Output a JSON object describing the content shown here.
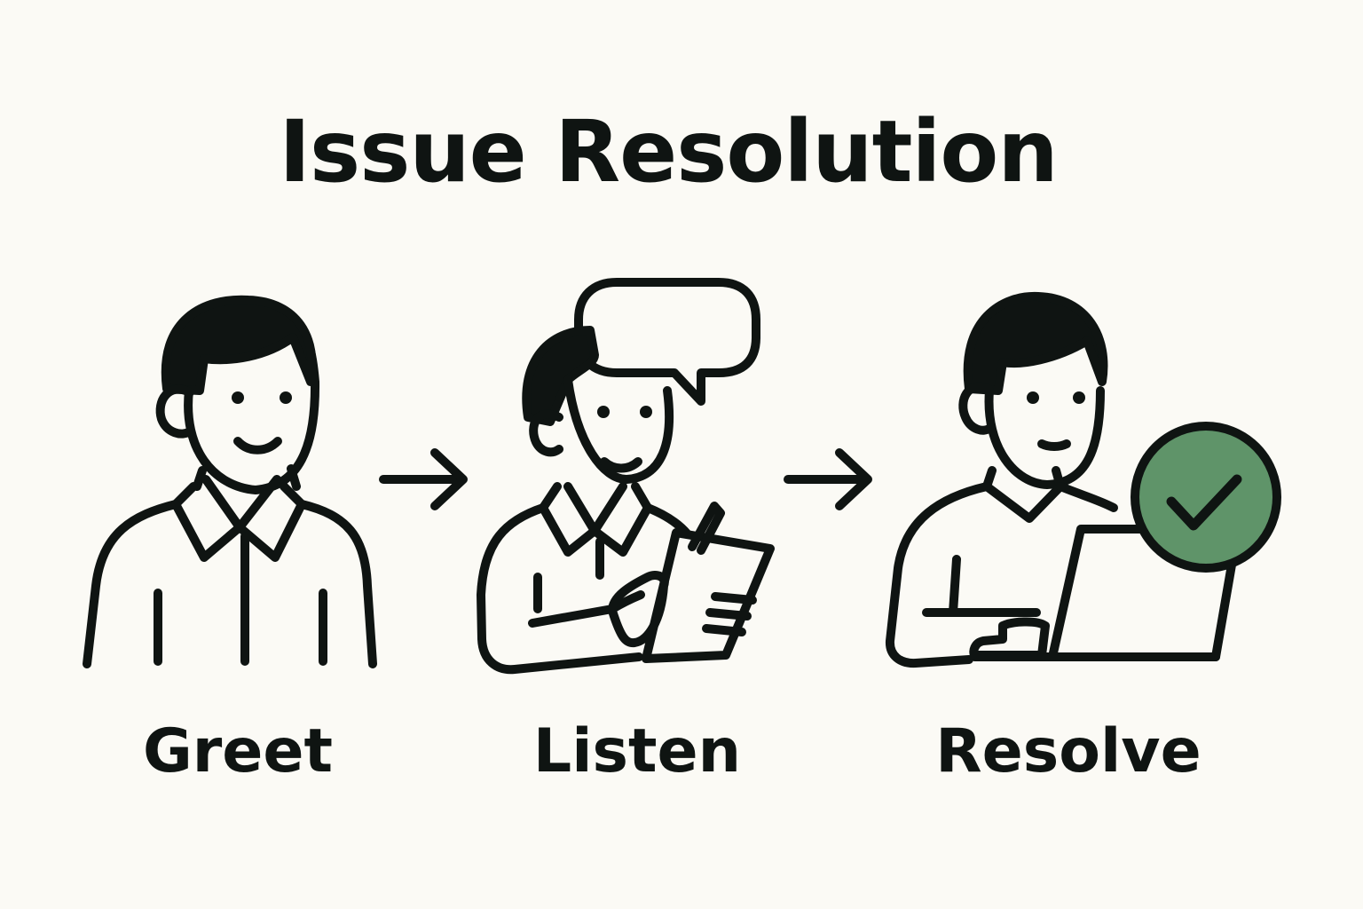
{
  "title": "Issue Resolution",
  "steps": [
    {
      "label": "Greet",
      "icon": "greeting-person-icon"
    },
    {
      "label": "Listen",
      "icon": "listening-person-with-notepad-icon"
    },
    {
      "label": "Resolve",
      "icon": "person-with-laptop-and-checkmark-icon"
    }
  ],
  "connectors": [
    "arrow-right-icon",
    "arrow-right-icon"
  ],
  "colors": {
    "background": "#fbfaf5",
    "ink": "#0f1412",
    "check_fill": "#5f9469"
  }
}
